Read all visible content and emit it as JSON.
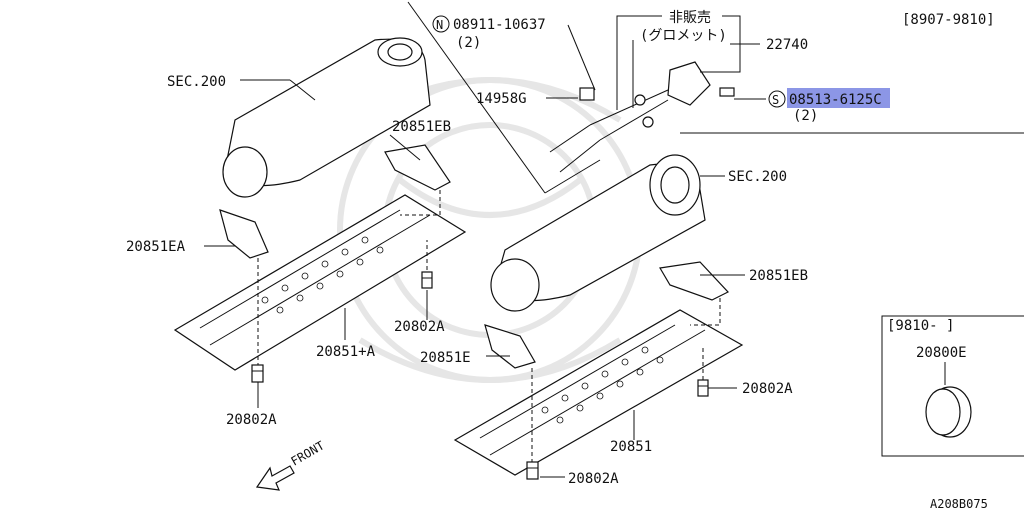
{
  "header": {
    "date_range": "[8907-9810]"
  },
  "footer": {
    "figure_code": "A208B075"
  },
  "callouts": {
    "nut_symbol": "N",
    "nut_part": "08911-10637",
    "nut_qty": "(2)",
    "not_sold": "非販売",
    "grommet": "(グロメット)",
    "sensor": "22740",
    "screw_symbol": "S",
    "screw_part": "08513-6125C",
    "screw_qty": "(2)",
    "bracket_14958": "14958G",
    "sec_left": "SEC.200",
    "sec_right": "SEC.200",
    "eb_top": "20851EB",
    "eb_right": "20851EB",
    "ea": "20851EA",
    "e": "20851E",
    "bolt_mid": "20802A",
    "bolt_left": "20802A",
    "bolt_right": "20802A",
    "bolt_bottom": "20802A",
    "cover_left": "20851+A",
    "cover_right": "20851",
    "front": "FRONT"
  },
  "inset": {
    "range": "[9810- ]",
    "part": "20800E"
  },
  "highlight_color": "#8c96e6"
}
